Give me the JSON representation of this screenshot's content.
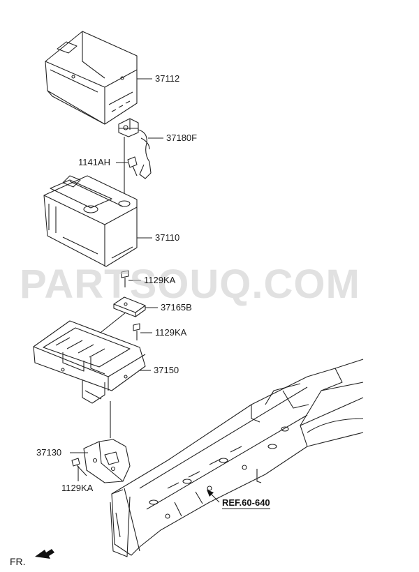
{
  "watermark": "PARTSOUQ.COM",
  "parts": {
    "battery_tray_cover": "37112",
    "battery_cable": "37180F",
    "bolt_cable": "1141AH",
    "battery": "37110",
    "bolt_top": "1129KA",
    "bracket": "37165B",
    "bolt_mid": "1129KA",
    "battery_tray": "37150",
    "tray_bracket": "37130",
    "bolt_bottom": "1129KA"
  },
  "reference": "REF.60-640",
  "direction": "FR."
}
